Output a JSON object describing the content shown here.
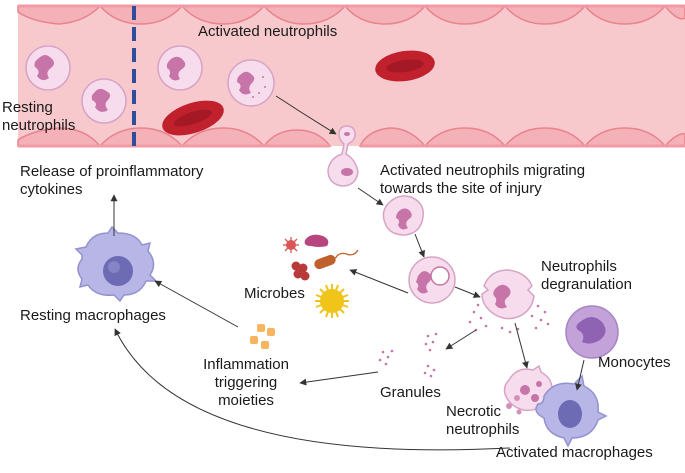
{
  "labels": {
    "activated_neutrophils": "Activated neutrophils",
    "resting_neutrophils_1": "Resting",
    "resting_neutrophils_2": "neutrophils",
    "release_1": "Release of proinflammatory",
    "release_2": "cytokines",
    "migrating_1": "Activated neutrophils migrating",
    "migrating_2": "towards the site of injury",
    "microbes": "Microbes",
    "degranulation_1": "Neutrophils",
    "degranulation_2": "degranulation",
    "resting_macrophages": "Resting macrophages",
    "monocytes": "Monocytes",
    "inflammation_1": "Inflammation",
    "inflammation_2": "triggering",
    "inflammation_3": "moieties",
    "granules": "Granules",
    "necrotic_1": "Necrotic",
    "necrotic_2": "neutrophils",
    "activated_macrophages": "Activated macrophages"
  },
  "colors": {
    "vessel_fill": "#f7c9cc",
    "vessel_wall": "#f19aa3",
    "endothelial": "#f4b1b8",
    "neutrophil_cyto": "#f6dcec",
    "neutrophil_nucleus": "#c774a8",
    "rbc": "#c0212d",
    "rbc_center": "#8e1420",
    "macrophage": "#b7b6e6",
    "macrophage_nucleus": "#6d6bb4",
    "monocyte": "#c3a2d9",
    "monocyte_nucleus": "#8f62b4",
    "microbe_yellow": "#f0c419",
    "moiety_orange": "#f7b562",
    "divider": "#2e4d9a",
    "arrow": "#333333"
  }
}
